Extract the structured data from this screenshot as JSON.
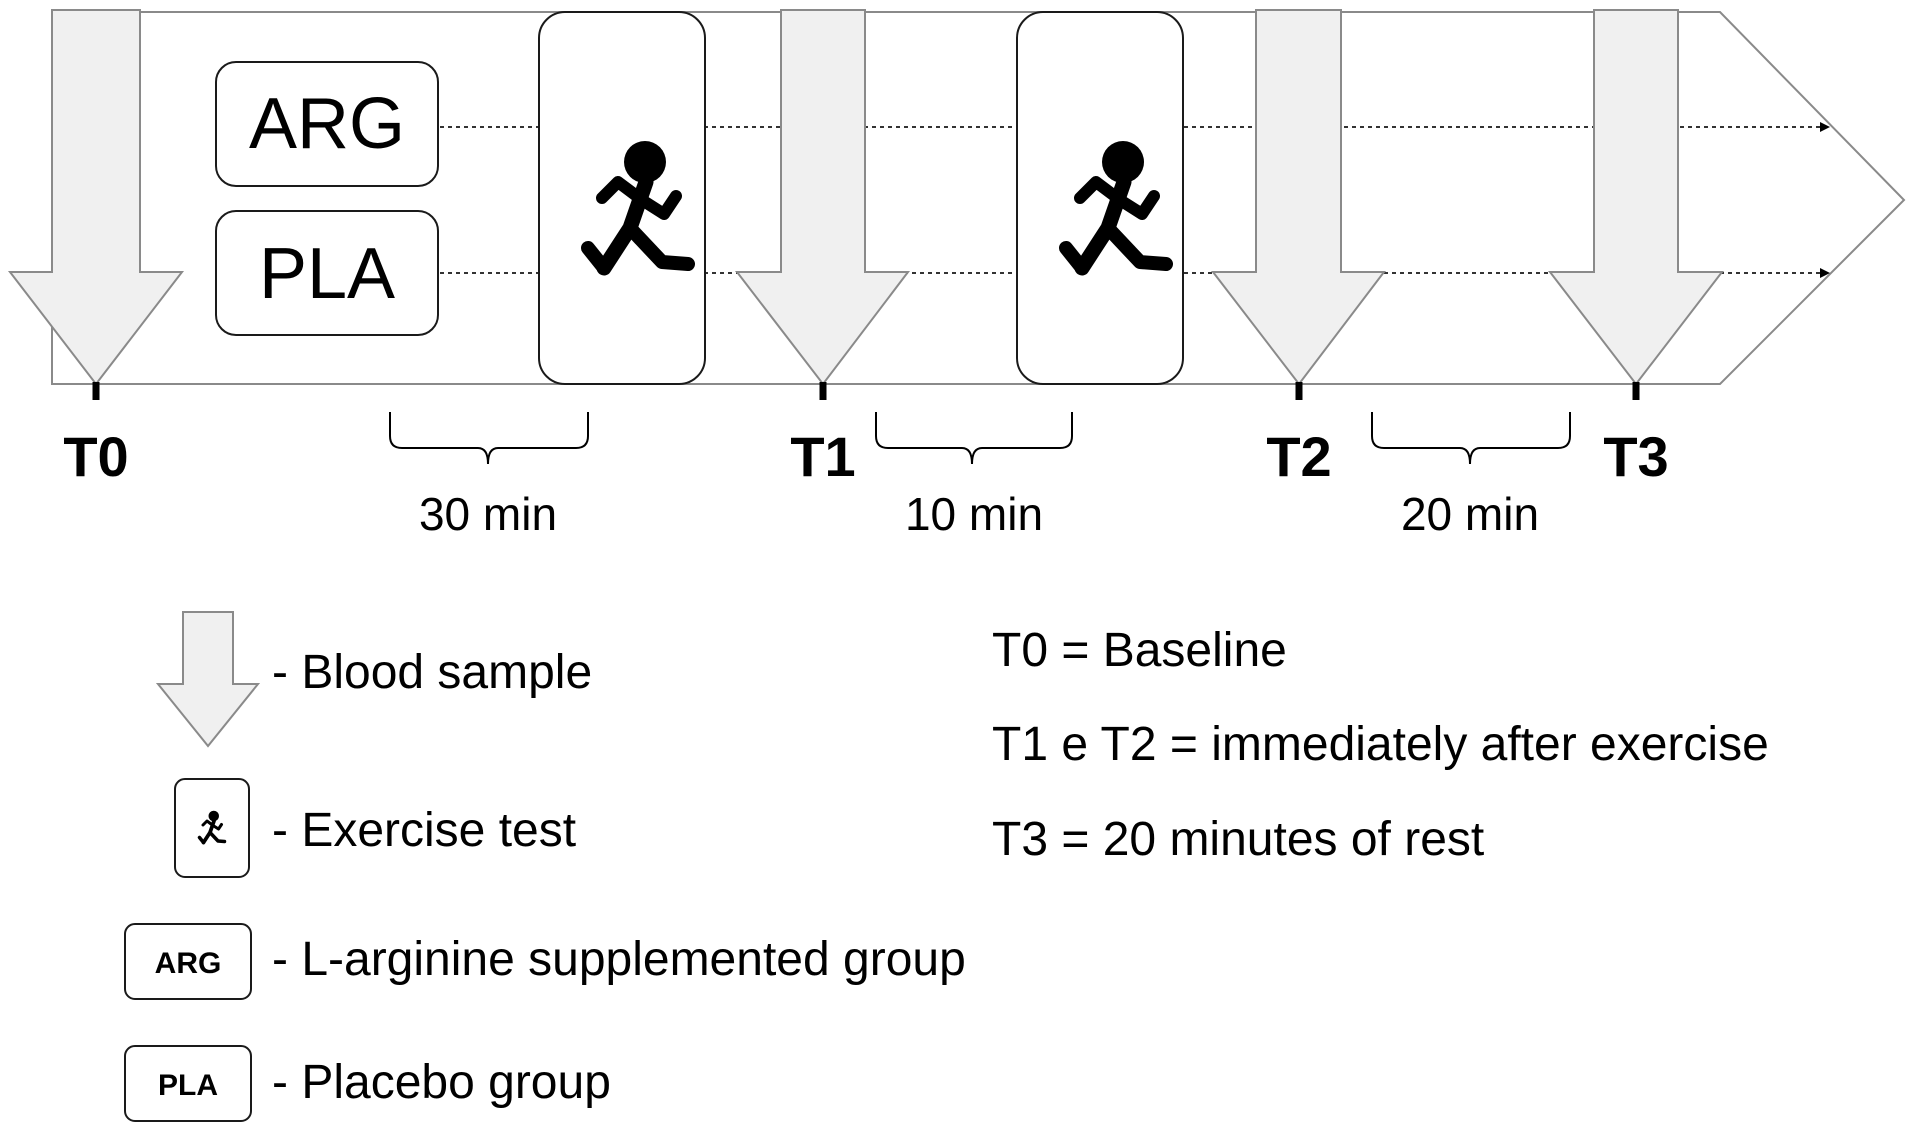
{
  "timeline": {
    "groups": [
      "ARG",
      "PLA"
    ],
    "timepoints": [
      "T0",
      "T1",
      "T2",
      "T3"
    ],
    "durations": [
      "30 min",
      "10 min",
      "20 min"
    ]
  },
  "legend": {
    "blood_sample": "- Blood sample",
    "exercise_test": "- Exercise test",
    "arg_box": "ARG",
    "arg_desc": "- L-arginine supplemented group",
    "pla_box": "PLA",
    "pla_desc": "- Placebo group"
  },
  "definitions": [
    "T0 = Baseline",
    "T1 e T2 = immediately after exercise",
    "T3 = 20 minutes of rest"
  ],
  "colors": {
    "arrow_fill": "#f0f0f0",
    "outline": "#7f7f7f",
    "box_stroke": "#1a1a1a"
  },
  "icons": {
    "blood_sample": "down-arrow-icon",
    "exercise": "runner-icon"
  }
}
